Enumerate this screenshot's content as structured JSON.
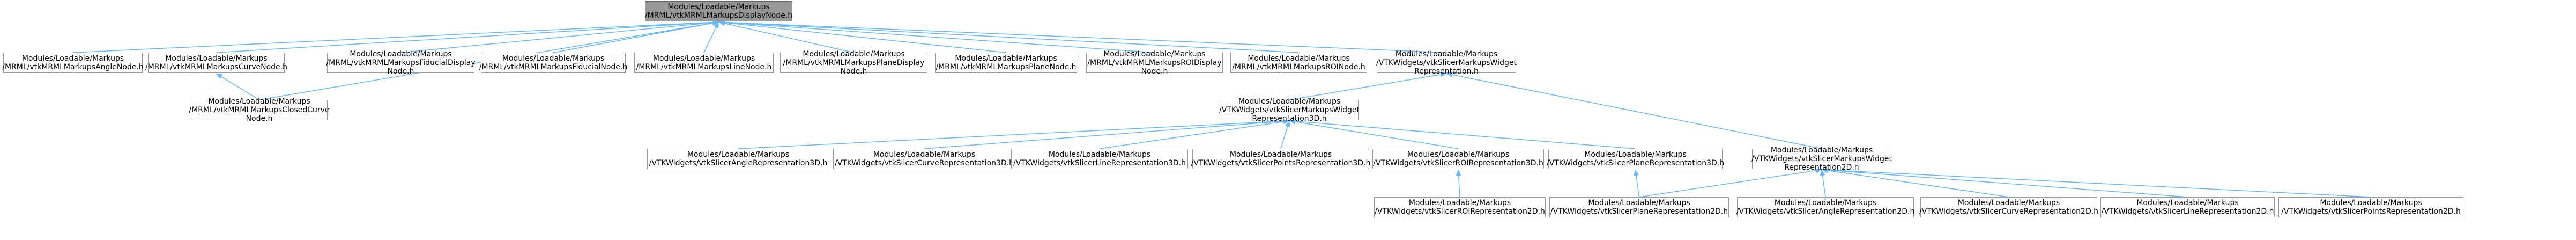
{
  "colors": {
    "edge": "#63b8ff",
    "node_border": "#999999",
    "root_fill": "#999999"
  },
  "nodes": {
    "root": [
      "Modules/Loadable/Markups",
      "/MRML/vtkMRMLMarkupsDisplayNode.h"
    ],
    "angle": [
      "Modules/Loadable/Markups",
      "/MRML/vtkMRMLMarkupsAngleNode.h"
    ],
    "curve": [
      "Modules/Loadable/Markups",
      "/MRML/vtkMRMLMarkupsCurveNode.h"
    ],
    "fidd": [
      "Modules/Loadable/Markups",
      "/MRML/vtkMRMLMarkupsFiducialDisplay",
      "Node.h"
    ],
    "fid": [
      "Modules/Loadable/Markups",
      "/MRML/vtkMRMLMarkupsFiducialNode.h"
    ],
    "line": [
      "Modules/Loadable/Markups",
      "/MRML/vtkMRMLMarkupsLineNode.h"
    ],
    "pland": [
      "Modules/Loadable/Markups",
      "/MRML/vtkMRMLMarkupsPlaneDisplay",
      "Node.h"
    ],
    "plane": [
      "Modules/Loadable/Markups",
      "/MRML/vtkMRMLMarkupsPlaneNode.h"
    ],
    "roid": [
      "Modules/Loadable/Markups",
      "/MRML/vtkMRMLMarkupsROIDisplay",
      "Node.h"
    ],
    "roi": [
      "Modules/Loadable/Markups",
      "/MRML/vtkMRMLMarkupsROINode.h"
    ],
    "wrep": [
      "Modules/Loadable/Markups",
      "/VTKWidgets/vtkSlicerMarkupsWidget",
      "Representation.h"
    ],
    "closed": [
      "Modules/Loadable/Markups",
      "/MRML/vtkMRMLMarkupsClosedCurve",
      "Node.h"
    ],
    "w3d": [
      "Modules/Loadable/Markups",
      "/VTKWidgets/vtkSlicerMarkupsWidget",
      "Representation3D.h"
    ],
    "a3d": [
      "Modules/Loadable/Markups",
      "/VTKWidgets/vtkSlicerAngleRepresentation3D.h"
    ],
    "c3d": [
      "Modules/Loadable/Markups",
      "/VTKWidgets/vtkSlicerCurveRepresentation3D.h"
    ],
    "l3d": [
      "Modules/Loadable/Markups",
      "/VTKWidgets/vtkSlicerLineRepresentation3D.h"
    ],
    "p3d": [
      "Modules/Loadable/Markups",
      "/VTKWidgets/vtkSlicerPointsRepresentation3D.h"
    ],
    "r3d": [
      "Modules/Loadable/Markups",
      "/VTKWidgets/vtkSlicerROIRepresentation3D.h"
    ],
    "pl3d": [
      "Modules/Loadable/Markups",
      "/VTKWidgets/vtkSlicerPlaneRepresentation3D.h"
    ],
    "w2d": [
      "Modules/Loadable/Markups",
      "/VTKWidgets/vtkSlicerMarkupsWidget",
      "Representation2D.h"
    ],
    "r2d": [
      "Modules/Loadable/Markups",
      "/VTKWidgets/vtkSlicerROIRepresentation2D.h"
    ],
    "pl2d": [
      "Modules/Loadable/Markups",
      "/VTKWidgets/vtkSlicerPlaneRepresentation2D.h"
    ],
    "a2d": [
      "Modules/Loadable/Markups",
      "/VTKWidgets/vtkSlicerAngleRepresentation2D.h"
    ],
    "c2d": [
      "Modules/Loadable/Markups",
      "/VTKWidgets/vtkSlicerCurveRepresentation2D.h"
    ],
    "l2d": [
      "Modules/Loadable/Markups",
      "/VTKWidgets/vtkSlicerLineRepresentation2D.h"
    ],
    "p2d": [
      "Modules/Loadable/Markups",
      "/VTKWidgets/vtkSlicerPointsRepresentation2D.h"
    ]
  },
  "edges": [
    [
      "angle",
      "root"
    ],
    [
      "curve",
      "root"
    ],
    [
      "fidd",
      "root"
    ],
    [
      "fid",
      "root"
    ],
    [
      "line",
      "root"
    ],
    [
      "pland",
      "root"
    ],
    [
      "plane",
      "root"
    ],
    [
      "roid",
      "root"
    ],
    [
      "roi",
      "root"
    ],
    [
      "wrep",
      "root"
    ],
    [
      "closed",
      "root"
    ],
    [
      "closed",
      "curve"
    ],
    [
      "w3d",
      "wrep"
    ],
    [
      "w2d",
      "wrep"
    ],
    [
      "a3d",
      "w3d"
    ],
    [
      "c3d",
      "w3d"
    ],
    [
      "l3d",
      "w3d"
    ],
    [
      "p3d",
      "w3d"
    ],
    [
      "r3d",
      "w3d"
    ],
    [
      "pl3d",
      "w3d"
    ],
    [
      "r2d",
      "r3d"
    ],
    [
      "pl2d",
      "pl3d"
    ],
    [
      "pl2d",
      "w2d"
    ],
    [
      "a2d",
      "w2d"
    ],
    [
      "c2d",
      "w2d"
    ],
    [
      "l2d",
      "w2d"
    ],
    [
      "p2d",
      "w2d"
    ]
  ]
}
